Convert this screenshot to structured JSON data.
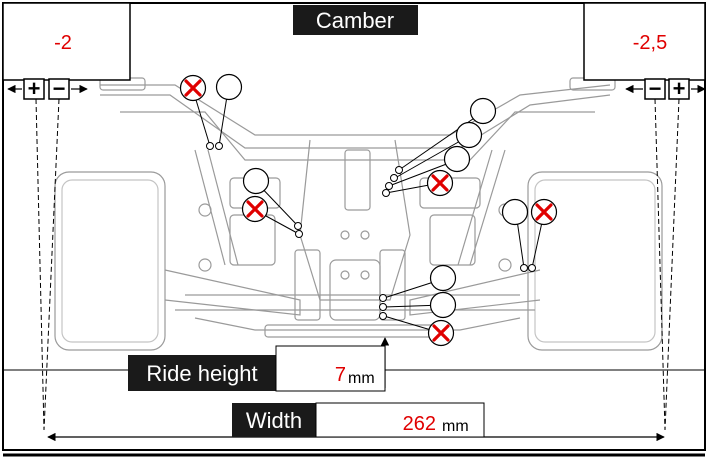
{
  "camber": {
    "title": "Camber",
    "left_value": "-2",
    "right_value": "-2,5",
    "plus_sign": "+",
    "minus_sign": "−"
  },
  "ride_height": {
    "label": "Ride height",
    "value": "7",
    "unit": "mm"
  },
  "width": {
    "label": "Width",
    "value": "262",
    "unit": "mm"
  },
  "colors": {
    "label_bg": "#1a1a1a",
    "value_red": "#e00000",
    "marker_cross": "#e00000"
  },
  "icons": {
    "empty_marker": "circle-icon",
    "excluded_marker": "circle-cross-icon"
  }
}
